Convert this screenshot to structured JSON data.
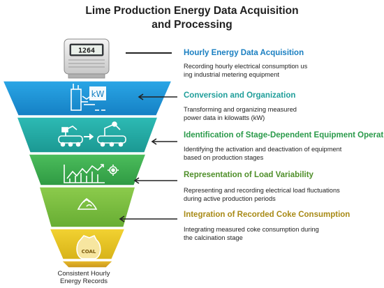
{
  "title_line1": "Lime Production Energy Data Acquisition",
  "title_line2": "and Processing",
  "meter_display": "1264",
  "kw_label": "kW",
  "coal_label": "COAL",
  "steps": [
    {
      "title": "Hourly Energy Data Acquisition",
      "desc1": "Recording hourly electrical consumption us",
      "desc2": "ing industrial metering equipment",
      "color": "#1a7fc1"
    },
    {
      "title": "Conversion and Organization",
      "desc1": "Transforming and organizing measured",
      "desc2": "power data in kilowatts (kW)",
      "color": "#1f9e9a"
    },
    {
      "title": "Identification of Stage-Dependent Equipment Operation",
      "desc1": "Identifying the activation and deactivation of equipment",
      "desc2": "based on production stages",
      "color": "#2a9a4a"
    },
    {
      "title": "Representation of Load Variability",
      "desc1": "Representing and recording electrical load fluctuations",
      "desc2": "during active production periods",
      "color": "#4f8f2a"
    },
    {
      "title": "Integration of Recorded Coke Consumption",
      "desc1": "Integrating measured coke consumption during",
      "desc2": "the calcination stage",
      "color": "#a88a16"
    }
  ],
  "bottom_caption_line1": "Consistent Hourly",
  "bottom_caption_line2": "Energy Records",
  "colors": {
    "funnel_blue": "#1b95d6",
    "funnel_teal": "#23ada8",
    "funnel_green": "#3db050",
    "funnel_lightgreen": "#7cc242",
    "funnel_yellow": "#e6c220",
    "funnel_gold": "#d9a91e"
  }
}
